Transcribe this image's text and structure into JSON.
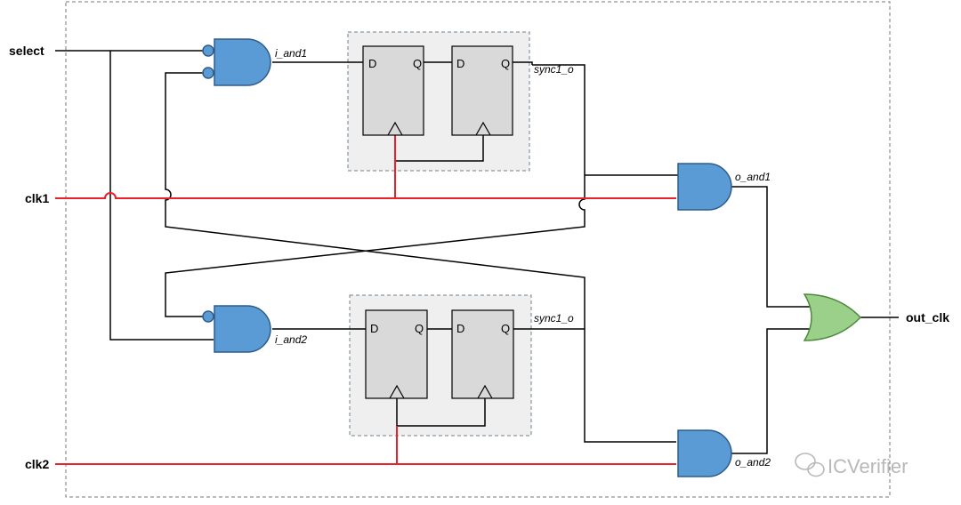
{
  "ports": {
    "select": "select",
    "clk1": "clk1",
    "clk2": "clk2",
    "out_clk": "out_clk"
  },
  "nets": {
    "i_and1": "i_and1",
    "i_and2": "i_and2",
    "sync_top": "sync1_o",
    "sync_bottom": "sync1_o",
    "o_and1": "o_and1",
    "o_and2": "o_and2"
  },
  "flip_flops": [
    {
      "d": "D",
      "q": "Q"
    },
    {
      "d": "D",
      "q": "Q"
    },
    {
      "d": "D",
      "q": "Q"
    },
    {
      "d": "D",
      "q": "Q"
    }
  ],
  "watermark": "ICVerifier",
  "colors": {
    "and_gate": "#5b9bd5",
    "or_gate": "#9bd08a",
    "clock_wire": "#e8212b",
    "flip_flop": "#d9d9d9",
    "sync_group": "#efefef"
  }
}
